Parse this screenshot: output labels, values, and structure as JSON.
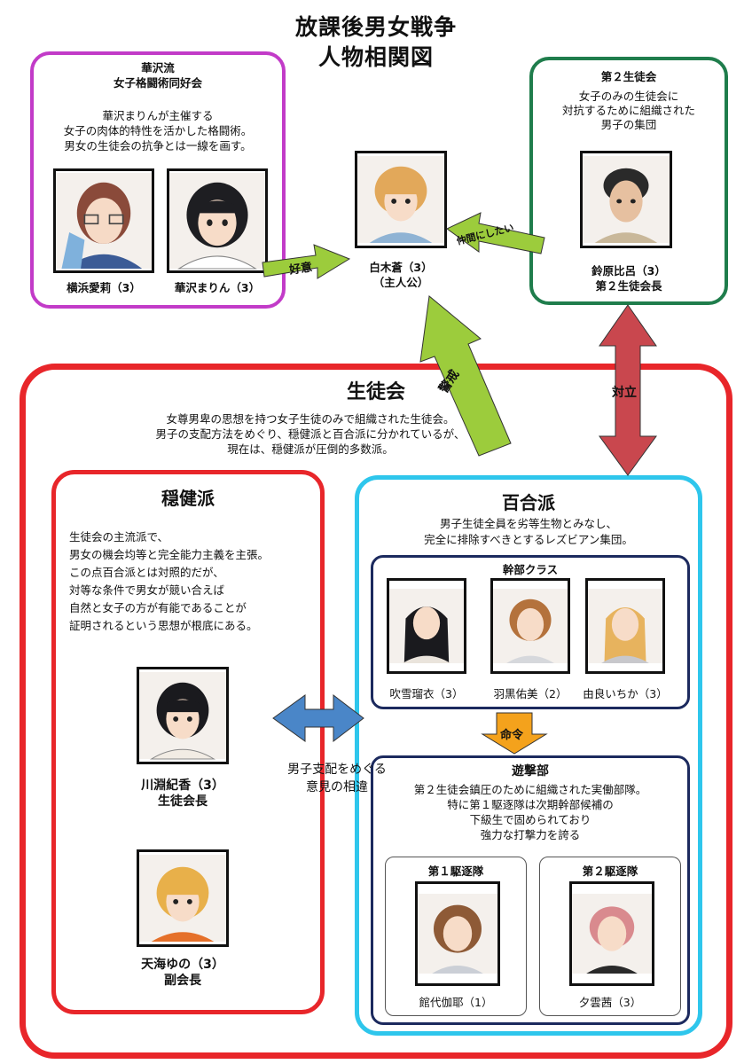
{
  "title": {
    "line1": "放課後男女戦争",
    "line2": "人物相関図"
  },
  "hanazawa": {
    "heading1": "華沢流",
    "heading2": "女子格闘術同好会",
    "desc": [
      "華沢まりんが主催する",
      "女子の肉体的特性を活かした格闘術。",
      "男女の生徒会の抗争とは一線を画す。"
    ],
    "members": [
      "横浜愛莉（3）",
      "華沢まりん（3）"
    ]
  },
  "protagonist": {
    "name": "白木蒼（3）",
    "role": "（主人公）"
  },
  "second_council": {
    "heading": "第２生徒会",
    "desc": [
      "女子のみの生徒会に",
      "対抗するために組織された",
      "男子の集団"
    ],
    "member_name": "鈴原比呂（3）",
    "member_role": "第２生徒会長"
  },
  "relations": {
    "favor": "好意",
    "friend": "仲間にしたい",
    "caution": "警戒",
    "oppose": "対立",
    "order": "命令",
    "disagree": [
      "男子支配をめぐる",
      "意見の相違"
    ]
  },
  "council": {
    "heading": "生徒会",
    "desc": [
      "女尊男卑の思想を持つ女子生徒のみで組織された生徒会。",
      "男子の支配方法をめぐり、穏健派と百合派に分かれているが、",
      "現在は、穏健派が圧倒的多数派。"
    ]
  },
  "moderate": {
    "heading": "穏健派",
    "desc": [
      "生徒会の主流派で、",
      "男女の機会均等と完全能力主義を主張。",
      "この点百合派とは対照的だが、",
      "対等な条件で男女が競い合えば",
      "自然と女子の方が有能であることが",
      "証明されるという思想が根底にある。"
    ],
    "members": [
      {
        "name": "川淵紀香（3）",
        "role": "生徒会長"
      },
      {
        "name": "天海ゆの（3）",
        "role": "副会長"
      }
    ]
  },
  "yuri": {
    "heading": "百合派",
    "desc": [
      "男子生徒全員を劣等生物とみなし、",
      "完全に排除すべきとするレズビアン集団。"
    ],
    "executive": {
      "heading": "幹部クラス",
      "members": [
        "吹雪瑠衣（3）",
        "羽黒佑美（2）",
        "由良いちか（3）"
      ]
    },
    "strike": {
      "heading": "遊撃部",
      "desc": [
        "第２生徒会鎮圧のために組織された実働部隊。",
        "特に第１駆逐隊は次期幹部候補の",
        "下級生で固められており",
        "強力な打撃力を誇る"
      ],
      "squad1": {
        "heading": "第１駆逐隊",
        "member": "館代伽耶（1）"
      },
      "squad2": {
        "heading": "第２駆逐隊",
        "member": "夕雲茜（3）"
      }
    }
  },
  "colors": {
    "purple": "#c23bc8",
    "green": "#1f7d4c",
    "red": "#e8262a",
    "cyan": "#2ec6ec",
    "navy": "#1c2a5e",
    "arrow_green": "#9ccc3c",
    "arrow_red": "#c9474e",
    "arrow_blue": "#4a86c8",
    "arrow_orange": "#f4a21c"
  }
}
